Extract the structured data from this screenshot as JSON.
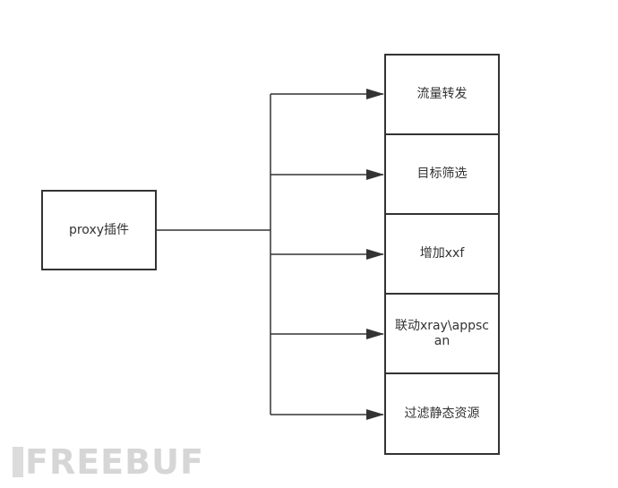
{
  "diagram": {
    "source": {
      "label": "proxy插件"
    },
    "targets": [
      {
        "label": "流量转发"
      },
      {
        "label": "目标筛选"
      },
      {
        "label": "增加xxf"
      },
      {
        "label": "联动xray\\appscan"
      },
      {
        "label": "过滤静态资源"
      }
    ]
  },
  "watermark": {
    "text": "FREEBUF"
  },
  "colors": {
    "stroke": "#333333",
    "watermark": "#d6d6d6"
  }
}
